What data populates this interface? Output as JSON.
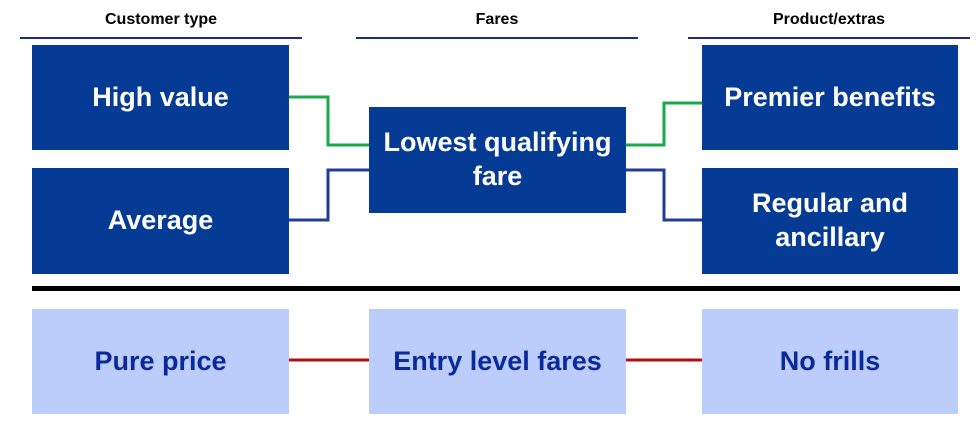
{
  "headers": {
    "customer_type": "Customer type",
    "fares": "Fares",
    "product_extras": "Product/extras"
  },
  "boxes": {
    "high_value": "High value",
    "average": "Average",
    "lowest_qualifying_fare": "Lowest qualifying fare",
    "premier_benefits": "Premier benefits",
    "regular_and_ancillary": "Regular and ancillary",
    "pure_price": "Pure price",
    "entry_level_fares": "Entry level fares",
    "no_frills": "No frills"
  },
  "colors": {
    "dark_box": "#053b94",
    "light_box": "#bccdfb",
    "light_text": "#0b2a9a",
    "premium_connector": "#1aaa4a",
    "regular_connector": "#1f3c9a",
    "budget_connector": "#b01010"
  }
}
